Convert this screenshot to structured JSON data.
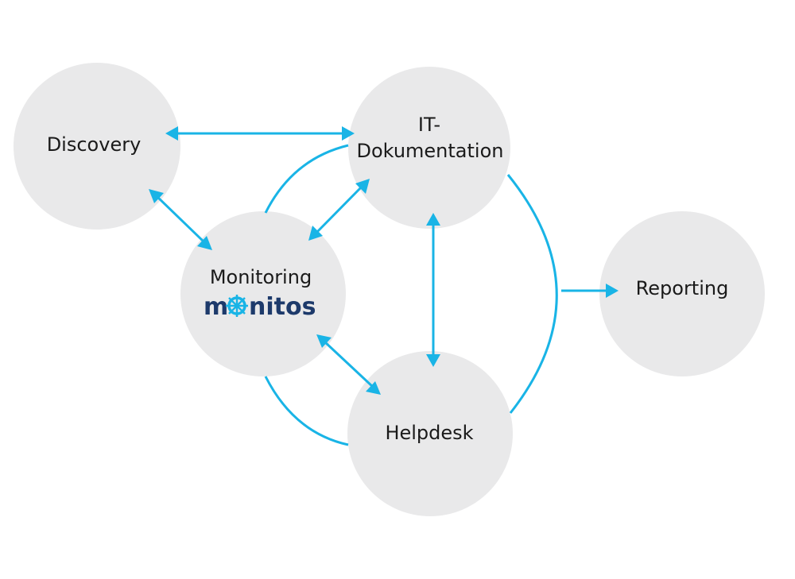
{
  "nodes": {
    "discovery": {
      "label": "Discovery"
    },
    "it_doku": {
      "label_line1": "IT-",
      "label_line2": "Dokumentation"
    },
    "monitoring": {
      "label": "Monitoring",
      "logo_text_pre": "m",
      "logo_text_post": "nitos"
    },
    "helpdesk": {
      "label": "Helpdesk"
    },
    "reporting": {
      "label": "Reporting"
    }
  },
  "colors": {
    "node_fill": "#e9e9ea",
    "connector": "#19b4e6",
    "logo": "#1d3a6b",
    "text": "#1a1a1a"
  },
  "icons": {
    "logo_o": "ship-wheel-icon"
  }
}
